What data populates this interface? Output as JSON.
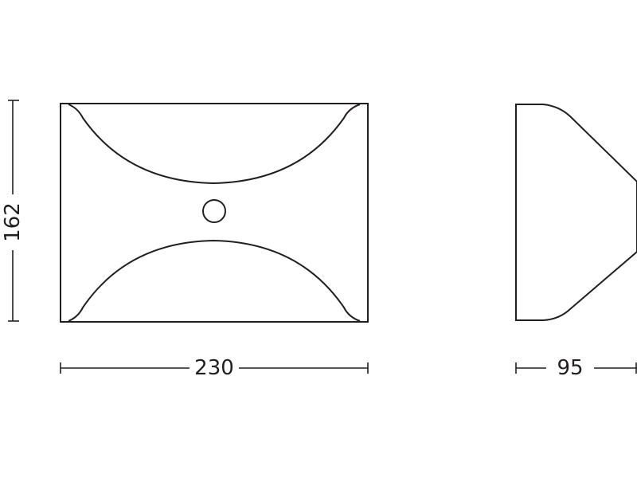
{
  "drawing": {
    "front_view": {
      "height_dimension": "162",
      "width_dimension": "230"
    },
    "side_view": {
      "depth_dimension": "95"
    },
    "colors": {
      "line": "#231f20",
      "background": "#ffffff"
    }
  }
}
